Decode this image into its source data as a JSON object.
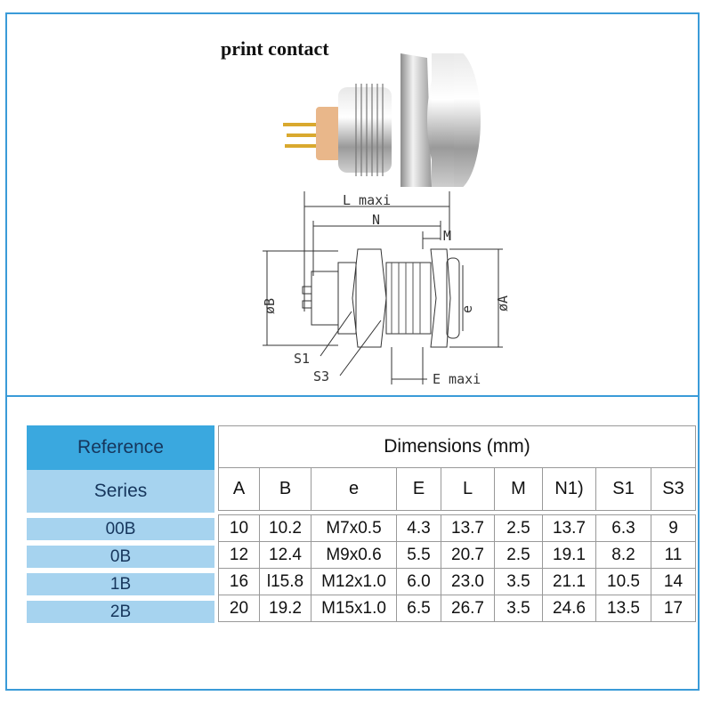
{
  "title": "print contact",
  "drawing_labels": {
    "l_maxi": "L maxi",
    "n": "N",
    "m": "M",
    "phi_b": "øB",
    "phi_a": "øA",
    "e": "e",
    "s1": "S1",
    "s3": "S3",
    "e_maxi": "E maxi"
  },
  "table": {
    "reference_label": "Reference",
    "series_label": "Series",
    "dimensions_label": "Dimensions (mm)",
    "columns": [
      "A",
      "B",
      "e",
      "E",
      "L",
      "M",
      "N1)",
      "S1",
      "S3"
    ],
    "rows": [
      {
        "series": "00B",
        "values": [
          "10",
          "10.2",
          "M7x0.5",
          "4.3",
          "13.7",
          "2.5",
          "13.7",
          "6.3",
          "9"
        ]
      },
      {
        "series": "0B",
        "values": [
          "12",
          "12.4",
          "M9x0.6",
          "5.5",
          "20.7",
          "2.5",
          "19.1",
          "8.2",
          "11"
        ]
      },
      {
        "series": "1B",
        "values": [
          "16",
          "l15.8",
          "M12x1.0",
          "6.0",
          "23.0",
          "3.5",
          "21.1",
          "10.5",
          "14"
        ]
      },
      {
        "series": "2B",
        "values": [
          "20",
          "19.2",
          "M15x1.0",
          "6.5",
          "26.7",
          "3.5",
          "24.6",
          "13.5",
          "17"
        ]
      }
    ]
  },
  "colors": {
    "frame": "#3a9bd8",
    "header_blue": "#3aa8df",
    "light_blue": "#a6d3ef"
  }
}
